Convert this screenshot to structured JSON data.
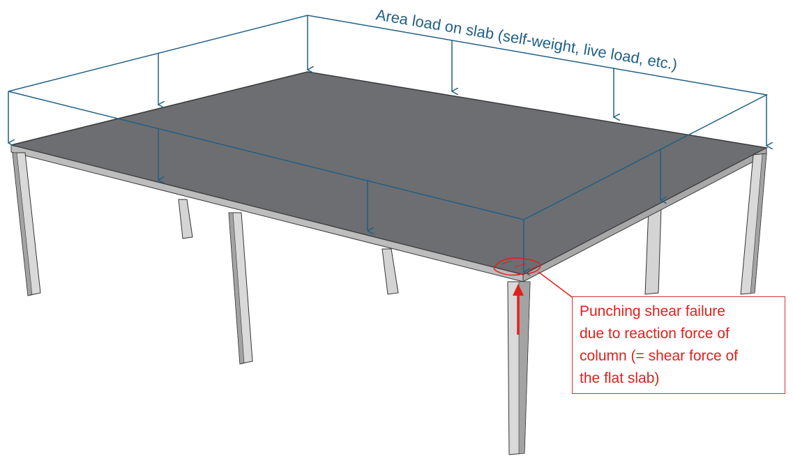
{
  "load_label": "Area load on slab (self-weight, live load, etc.)",
  "callout": {
    "lines": [
      "Punching shear failure",
      "due to reaction force of",
      "column (= shear force of",
      "the flat slab)"
    ]
  },
  "colors": {
    "load_lines": "#1f5f86",
    "slab_top": "#6d6e71",
    "slab_edge": "#bdbdbd",
    "column_light": "#d9d9d9",
    "column_shade": "#9a9a9a",
    "annotation": "#e0201b"
  }
}
